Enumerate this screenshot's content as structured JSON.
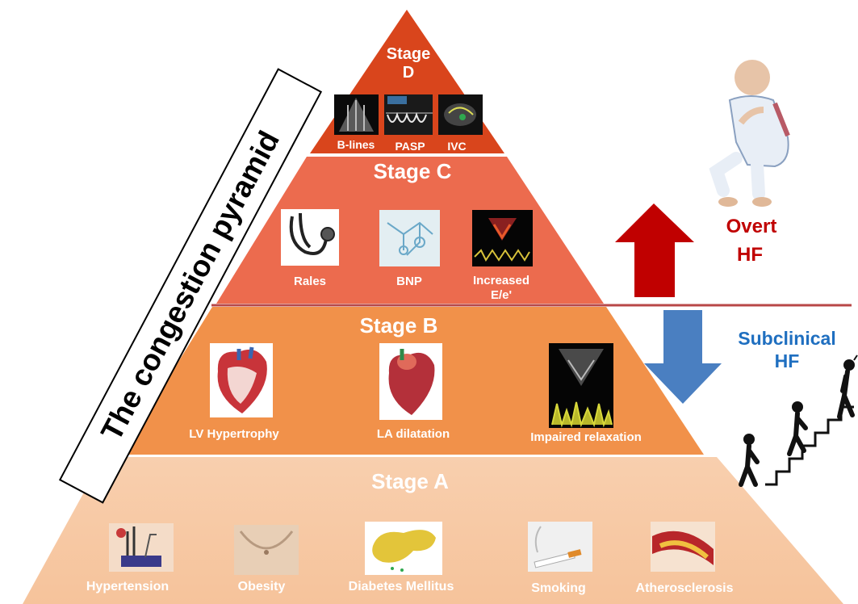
{
  "pyramid_title": "The congestion pyramid",
  "colors": {
    "stage_a": "#f7c9a4",
    "stage_b": "#f1914a",
    "stage_c": "#ec6b4e",
    "stage_d": "#d9451c",
    "overt_arrow": "#c00000",
    "subclinical_arrow": "#4a7fc1",
    "overt_text": "#c00000",
    "subclinical_text": "#1f6fc0"
  },
  "stage_d": {
    "title_line1": "Stage",
    "title_line2": "D",
    "items": [
      "B-lines",
      "PASP",
      "IVC"
    ]
  },
  "stage_c": {
    "title": "Stage C",
    "items": [
      "Rales",
      "BNP",
      "Increased",
      "E/e'"
    ]
  },
  "stage_b": {
    "title": "Stage B",
    "items": [
      "LV Hypertrophy",
      "LA dilatation",
      "Impaired relaxation"
    ]
  },
  "stage_a": {
    "title": "Stage A",
    "items": [
      "Hypertension",
      "Obesity",
      "Diabetes Mellitus",
      "Smoking",
      "Atherosclerosis"
    ]
  },
  "overt": {
    "line1": "Overt",
    "line2": "HF"
  },
  "subclinical": {
    "line1": "Subclinical",
    "line2": "HF"
  },
  "icons": [
    "echo-b-lines-icon",
    "doppler-pasp-icon",
    "ivc-echo-icon",
    "stethoscope-icon",
    "bnp-molecule-icon",
    "doppler-ee-icon",
    "heart-hypertrophy-icon",
    "heart-la-icon",
    "echo-relaxation-icon",
    "blood-pressure-icon",
    "abdomen-icon",
    "pancreas-icon",
    "cigarette-icon",
    "artery-plaque-icon",
    "sitting-patient-icon",
    "climbing-people-icon"
  ]
}
